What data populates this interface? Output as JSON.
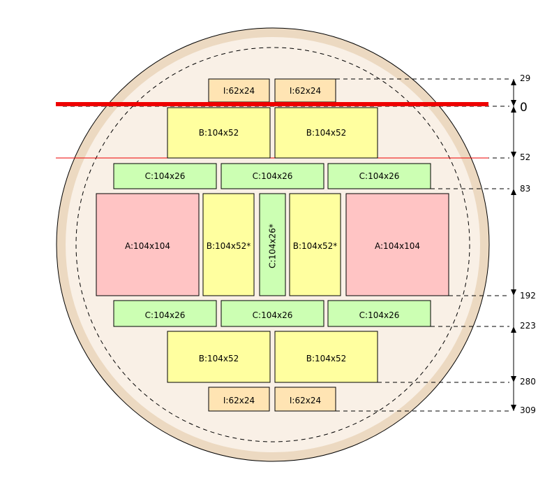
{
  "colors": {
    "wafer_outer": "#ecd9c1",
    "wafer_inner": "#f9f0e6",
    "type_I": "#ffe4b3",
    "type_B": "#ffff9f",
    "type_C": "#ccffb3",
    "type_A": "#ffc4c4",
    "cut_line": "#ee0000"
  },
  "dies": {
    "row1": [
      "I:62x24",
      "I:62x24"
    ],
    "row2": [
      "B:104x52",
      "B:104x52"
    ],
    "row3": [
      "C:104x26",
      "C:104x26",
      "C:104x26"
    ],
    "row4": [
      "A:104x104",
      "B:104x52*",
      "C:104x26*",
      "B:104x52*",
      "A:104x104"
    ],
    "row5": [
      "C:104x26",
      "C:104x26",
      "C:104x26"
    ],
    "row6": [
      "B:104x52",
      "B:104x52"
    ],
    "row7": [
      "I:62x24",
      "I:62x24"
    ]
  },
  "dimensions": {
    "labels": [
      "29",
      "0",
      "52",
      "83",
      "192",
      "223",
      "280",
      "309"
    ]
  }
}
